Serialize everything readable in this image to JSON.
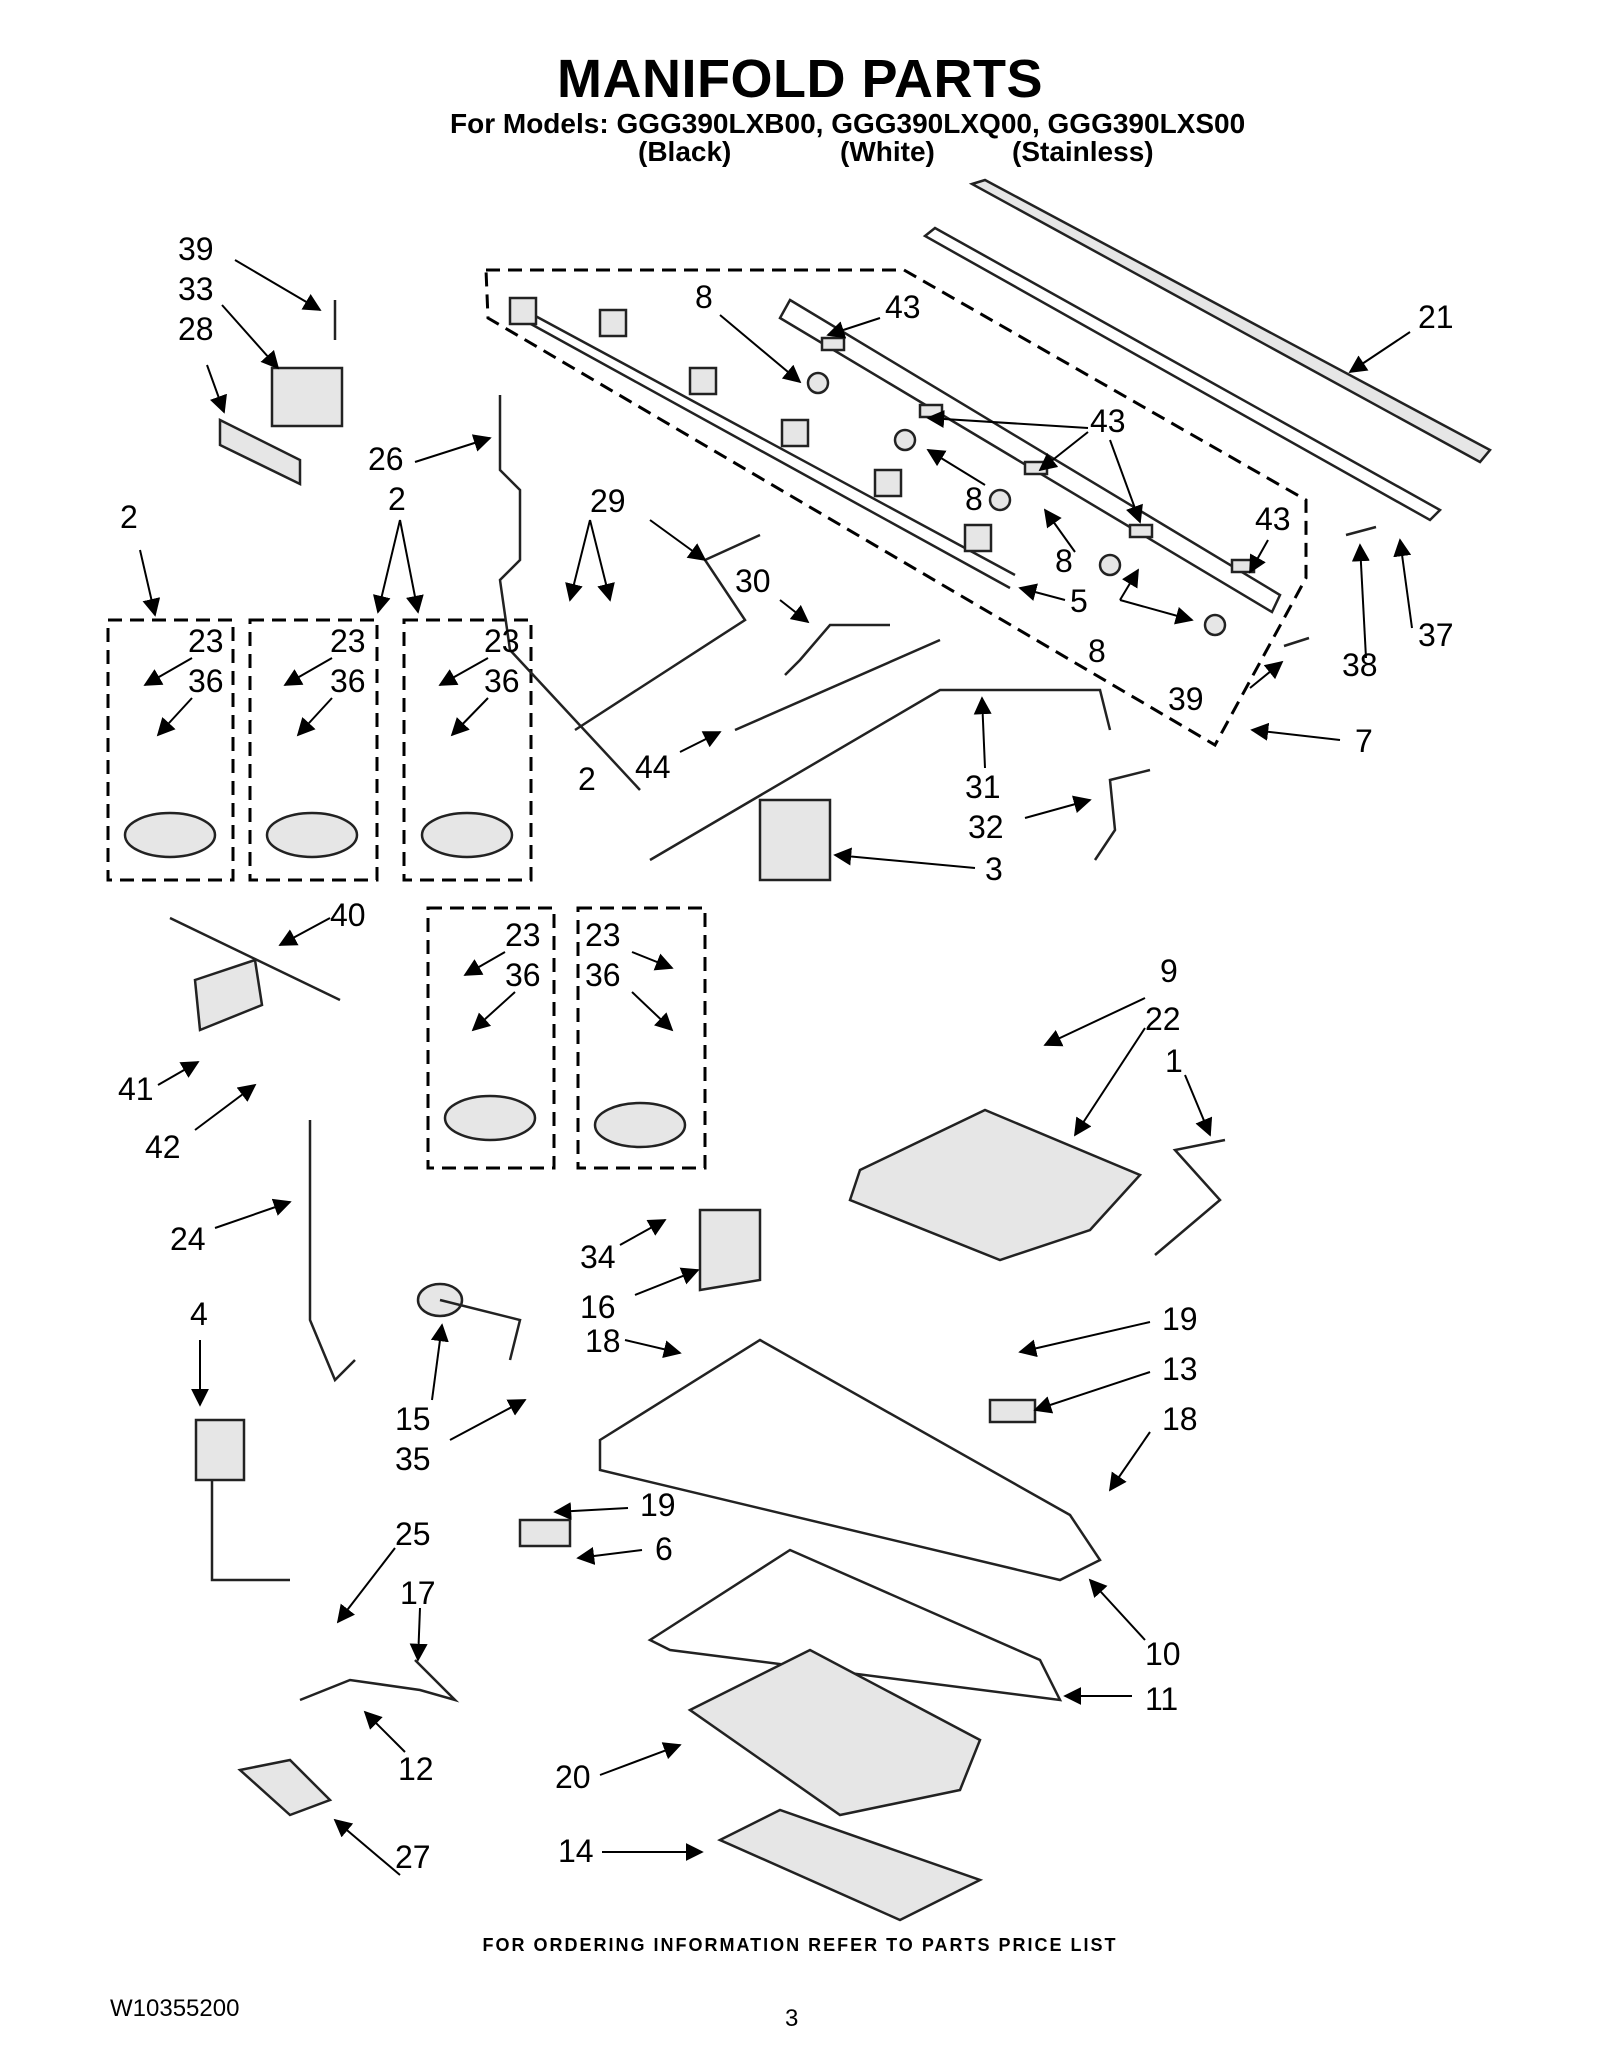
{
  "header": {
    "title": "MANIFOLD PARTS",
    "models_line": "For Models: GGG390LXB00, GGG390LXQ00, GGG390LXS00",
    "color_black": "(Black)",
    "color_white": "(White)",
    "color_stainless": "(Stainless)"
  },
  "callouts": {
    "c39a": "39",
    "c33": "33",
    "c28": "28",
    "c26": "26",
    "c2a": "2",
    "c2b": "2",
    "c2c": "2",
    "c23a": "23",
    "c36a": "36",
    "c23b": "23",
    "c36b": "36",
    "c23c": "23",
    "c36c": "36",
    "c23d": "23",
    "c36d": "36",
    "c23e": "23",
    "c36e": "36",
    "c8a": "8",
    "c43a": "43",
    "c43b": "43",
    "c43c": "43",
    "c8b": "8",
    "c8c": "8",
    "c8d": "8",
    "c21": "21",
    "c29": "29",
    "c30": "30",
    "c5": "5",
    "c38": "38",
    "c37": "37",
    "c39b": "39",
    "c7": "7",
    "c44": "44",
    "c31": "31",
    "c32": "32",
    "c3": "3",
    "c40": "40",
    "c41": "41",
    "c42": "42",
    "c9": "9",
    "c22": "22",
    "c1": "1",
    "c24": "24",
    "c34": "34",
    "c16": "16",
    "c4": "4",
    "c15": "15",
    "c35": "35",
    "c18a": "18",
    "c19a": "19",
    "c13": "13",
    "c18b": "18",
    "c19b": "19",
    "c6": "6",
    "c25": "25",
    "c17": "17",
    "c10": "10",
    "c11": "11",
    "c12": "12",
    "c20": "20",
    "c14": "14",
    "c27": "27"
  },
  "footer": {
    "ordering_note": "FOR ORDERING INFORMATION REFER TO PARTS PRICE LIST",
    "document_number": "W10355200",
    "page_number": "3"
  }
}
